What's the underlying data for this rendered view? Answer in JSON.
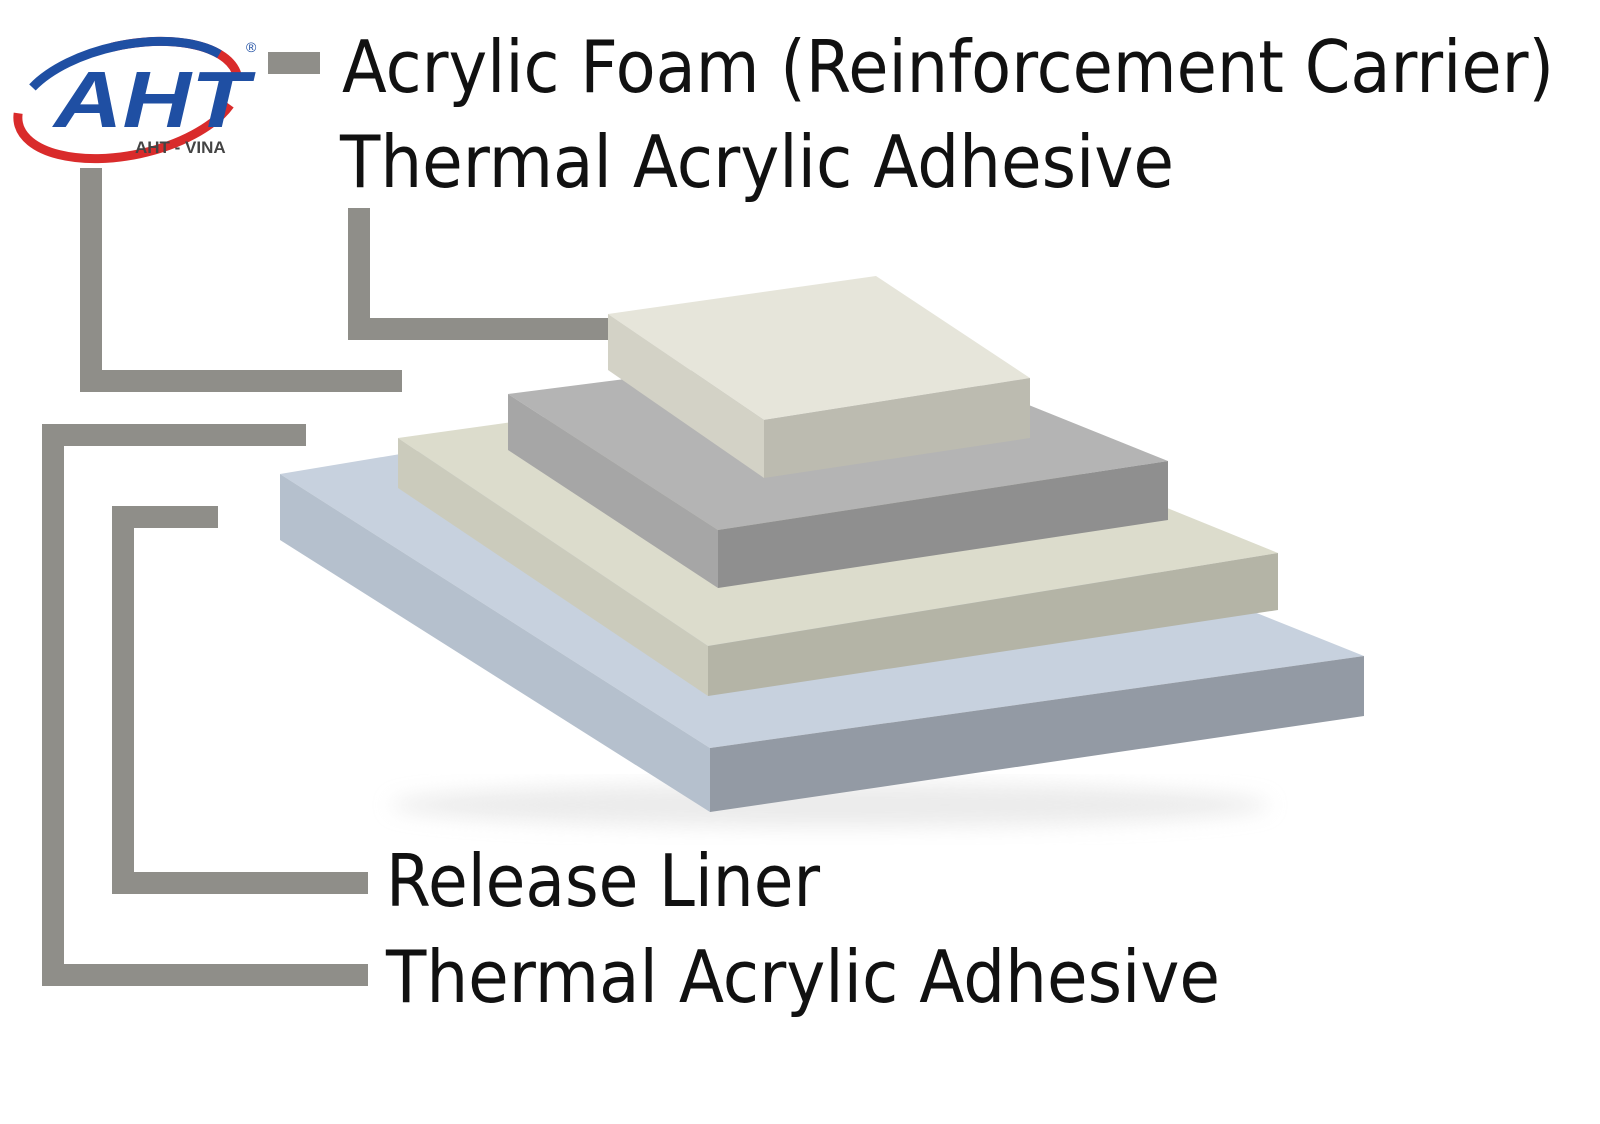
{
  "logo": {
    "mark": "AHT",
    "registered": "®",
    "subtitle": "AHT - VINA",
    "colors": {
      "letters": "#1f4fa3",
      "swoosh": "#d92b2b"
    }
  },
  "labels": {
    "top_1": "Acrylic Foam (Reinforcement Carrier)",
    "top_2": "Thermal Acrylic Adhesive",
    "bottom_1": "Release Liner",
    "bottom_2": "Thermal Acrylic Adhesive"
  },
  "layers": [
    {
      "name": "Thermal Acrylic Adhesive",
      "colors": {
        "top": "#e6e5da",
        "left": "#cfceC2",
        "front": "#bebdb2"
      }
    },
    {
      "name": "Acrylic Foam (Reinforcement Carrier)",
      "colors": {
        "top": "#b4b4b4",
        "left": "#a3a3a3",
        "front": "#9c9c9c"
      }
    },
    {
      "name": "Thermal Acrylic Adhesive",
      "colors": {
        "top": "#dcdccc",
        "left": "#c9c9ba",
        "front": "#b9b9ab"
      }
    },
    {
      "name": "Release Liner",
      "colors": {
        "top": "#c7d1de",
        "left": "#aeb9c7",
        "front": "#9aa3ad"
      }
    }
  ],
  "leader_color": "#8f8e89"
}
